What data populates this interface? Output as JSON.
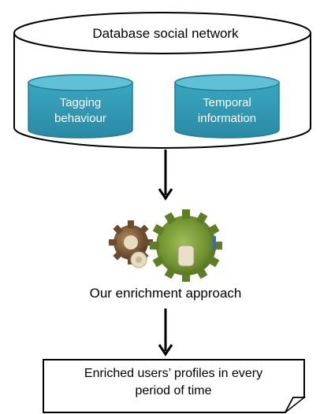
{
  "diagram": {
    "database_label": "Database social network",
    "tagging_label_line1": "Tagging",
    "tagging_label_line2": "behaviour",
    "temporal_label_line1": "Temporal",
    "temporal_label_line2": "information",
    "approach_label": "Our enrichment approach",
    "output_label_line1": "Enriched users’ profiles in every",
    "output_label_line2": "period of time"
  },
  "colors": {
    "inner_cylinder_fill": "#3aa6c0",
    "inner_cylinder_top": "#5fc0d6",
    "inner_cylinder_stroke": "#1f7f99",
    "gear_green": "#6e8f2f",
    "gear_brown": "#7a5a3a",
    "stroke": "#000000"
  }
}
